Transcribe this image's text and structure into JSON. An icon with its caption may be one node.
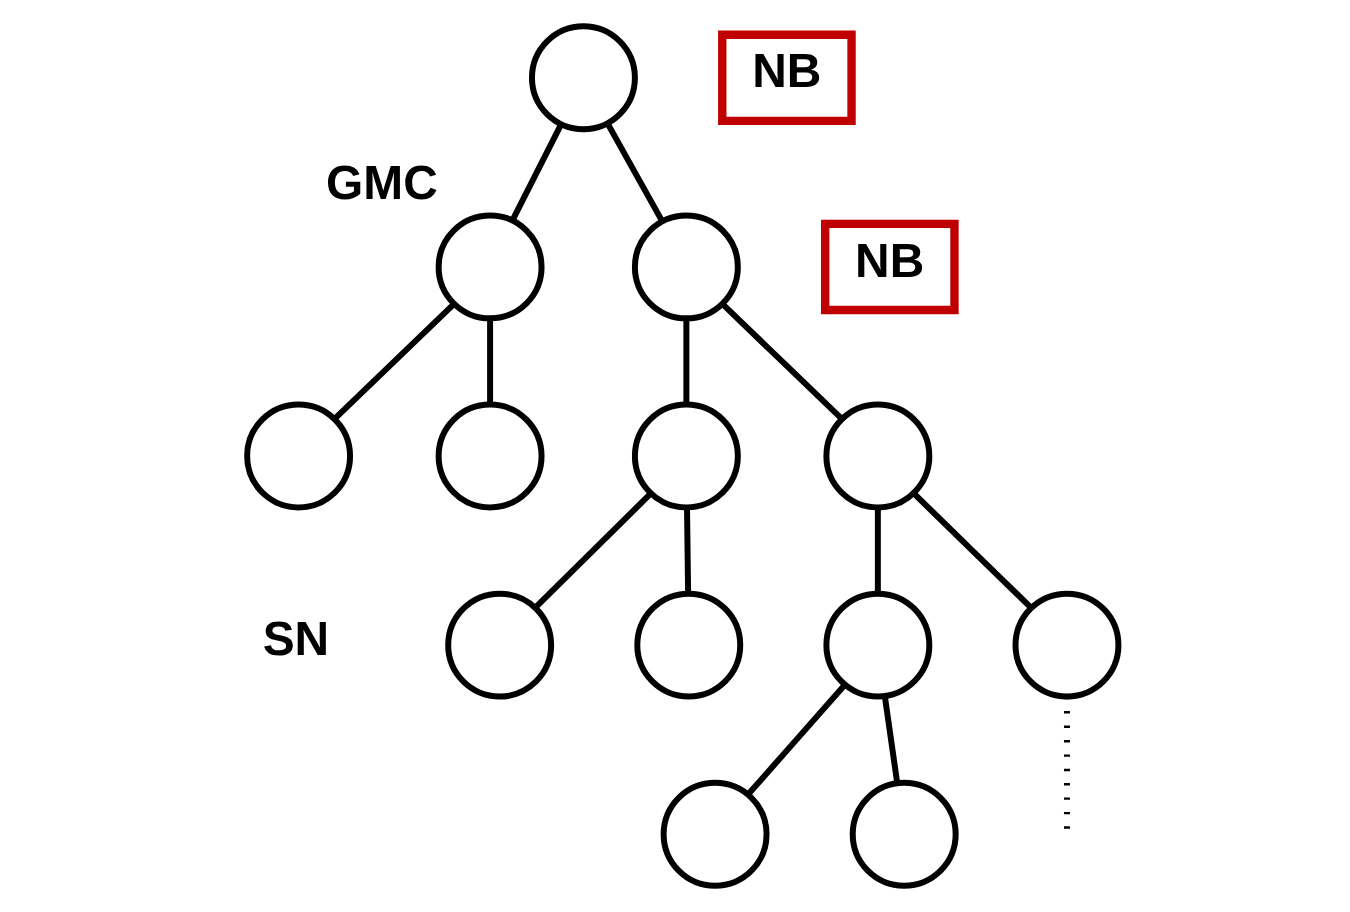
{
  "diagram": {
    "nodes": [
      {
        "text": [],
        "shape": "circle"
      },
      {
        "text": [
          "NB"
        ]
      },
      {
        "text": [],
        "shape": "circle",
        "beside": [
          "GMC"
        ]
      },
      {
        "text": [],
        "shape": "circle"
      },
      {
        "text": [
          "NB"
        ]
      },
      {
        "text": [],
        "shape": "circle"
      },
      {
        "text": [],
        "shape": "circle"
      },
      {
        "text": [],
        "shape": "circle"
      },
      {
        "text": [],
        "shape": "circle"
      },
      {
        "text": [],
        "shape": "circle"
      },
      {
        "text": [],
        "shape": "circle"
      },
      {
        "text": [],
        "shape": "circle"
      },
      {
        "text": [],
        "shape": "circle"
      },
      {
        "text": [],
        "shape": "circle"
      },
      {
        "text": [],
        "shape": "circle"
      }
    ],
    "edges": [
      {
        "from": 0,
        "to": 2,
        "arrow": "none"
      },
      {
        "from": 0,
        "to": 3,
        "arrow": "none"
      },
      {
        "from": 2,
        "to": 5,
        "arrow": "none"
      },
      {
        "from": 2,
        "to": 6,
        "arrow": "none"
      },
      {
        "from": 3,
        "to": 7,
        "arrow": "none"
      },
      {
        "from": 3,
        "to": 8,
        "arrow": "none"
      },
      {
        "from": 7,
        "to": 9,
        "arrow": "none"
      },
      {
        "from": 7,
        "to": 10,
        "arrow": "none"
      },
      {
        "from": 8,
        "to": 11,
        "arrow": "none"
      },
      {
        "from": 8,
        "to": 12,
        "arrow": "none"
      },
      {
        "from": 11,
        "to": 13,
        "arrow": "none"
      },
      {
        "from": 11,
        "to": 14,
        "arrow": "none"
      },
      {
        "from": 12,
        "to": null,
        "arrow": "none",
        "style": "dashed"
      }
    ],
    "labels": [
      "SN"
    ]
  }
}
